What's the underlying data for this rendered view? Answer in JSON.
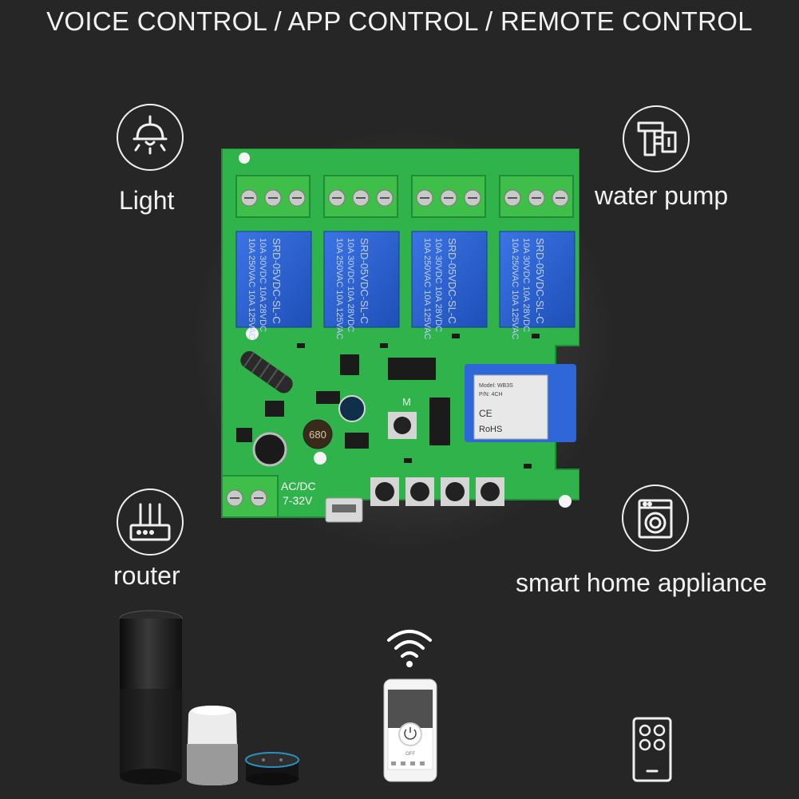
{
  "headline": "VOICE CONTROL / APP CONTROL / REMOTE CONTROL",
  "features": [
    {
      "label": "Light",
      "icon": "ceiling-lamp-icon"
    },
    {
      "label": "water pump",
      "icon": "water-pump-icon"
    },
    {
      "label": "router",
      "icon": "router-icon"
    },
    {
      "label": "smart home appliance",
      "icon": "washing-machine-icon"
    }
  ],
  "board": {
    "relay_text_top": "10A 250VAC  10A 125VAC",
    "relay_text_mid": "10A 30VDC  10A 28VDC",
    "relay_model": "SRD-05VDC-SL-C",
    "power_label_1": "AC/DC",
    "power_label_2": "7-32V",
    "module_model": "Model: WB3S",
    "module_pn": "P/N: 4CH",
    "module_ce": "CE",
    "module_rohs": "RoHS",
    "inductor_value": "680",
    "button_mark": "M"
  },
  "devices": {
    "phone_button": "OFF"
  },
  "colors": {
    "background": "#262626",
    "pcb_green": "#2fb34a",
    "terminal_green": "#3fbf4a",
    "relay_blue": "#2a5fd0"
  }
}
